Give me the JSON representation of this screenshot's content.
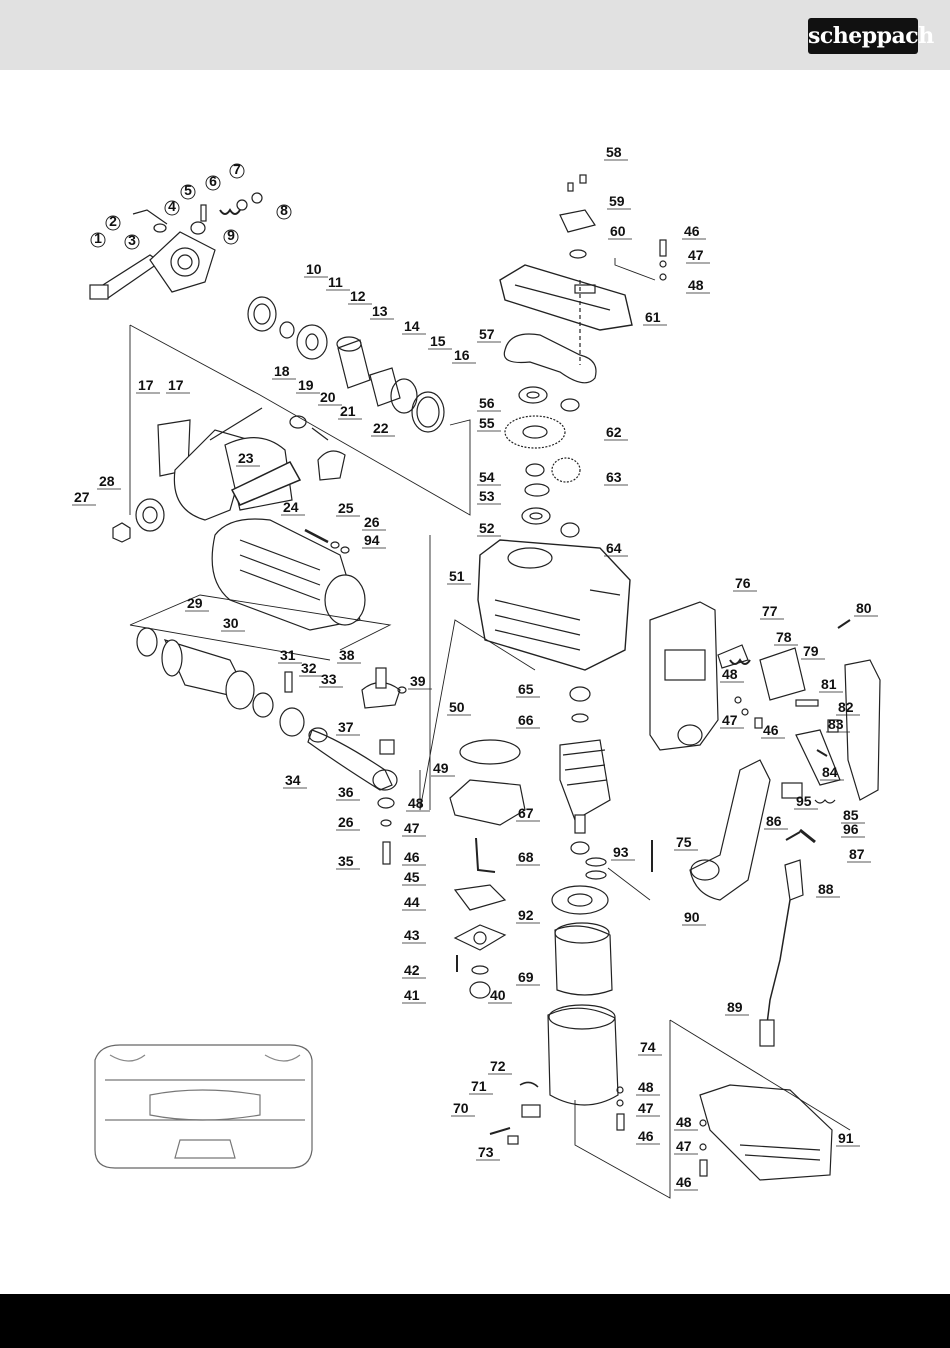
{
  "header": {
    "brand": "scheppach",
    "band_color": "#e1e1e1",
    "logo_color": "#111111"
  },
  "footer": {
    "band_color": "#000000"
  },
  "diagram": {
    "type": "exploded-parts-view",
    "part_labels": [
      "1",
      "2",
      "3",
      "4",
      "5",
      "6",
      "7",
      "8",
      "9",
      "10",
      "11",
      "12",
      "13",
      "14",
      "15",
      "16",
      "17",
      "17",
      "18",
      "19",
      "20",
      "21",
      "22",
      "23",
      "24",
      "25",
      "26",
      "94",
      "27",
      "28",
      "29",
      "30",
      "31",
      "32",
      "33",
      "34",
      "35",
      "26",
      "36",
      "37",
      "38",
      "39",
      "40",
      "41",
      "42",
      "43",
      "44",
      "45",
      "46",
      "47",
      "48",
      "49",
      "50",
      "51",
      "52",
      "53",
      "54",
      "55",
      "56",
      "57",
      "58",
      "59",
      "60",
      "46",
      "47",
      "48",
      "61",
      "62",
      "63",
      "64",
      "65",
      "66",
      "67",
      "68",
      "93",
      "75",
      "92",
      "69",
      "74",
      "72",
      "71",
      "70",
      "73",
      "48",
      "47",
      "46",
      "76",
      "77",
      "78",
      "79",
      "80",
      "48",
      "47",
      "46",
      "81",
      "82",
      "83",
      "84",
      "85",
      "96",
      "95",
      "86",
      "87",
      "88",
      "89",
      "90",
      "91",
      "48",
      "47",
      "46"
    ]
  }
}
